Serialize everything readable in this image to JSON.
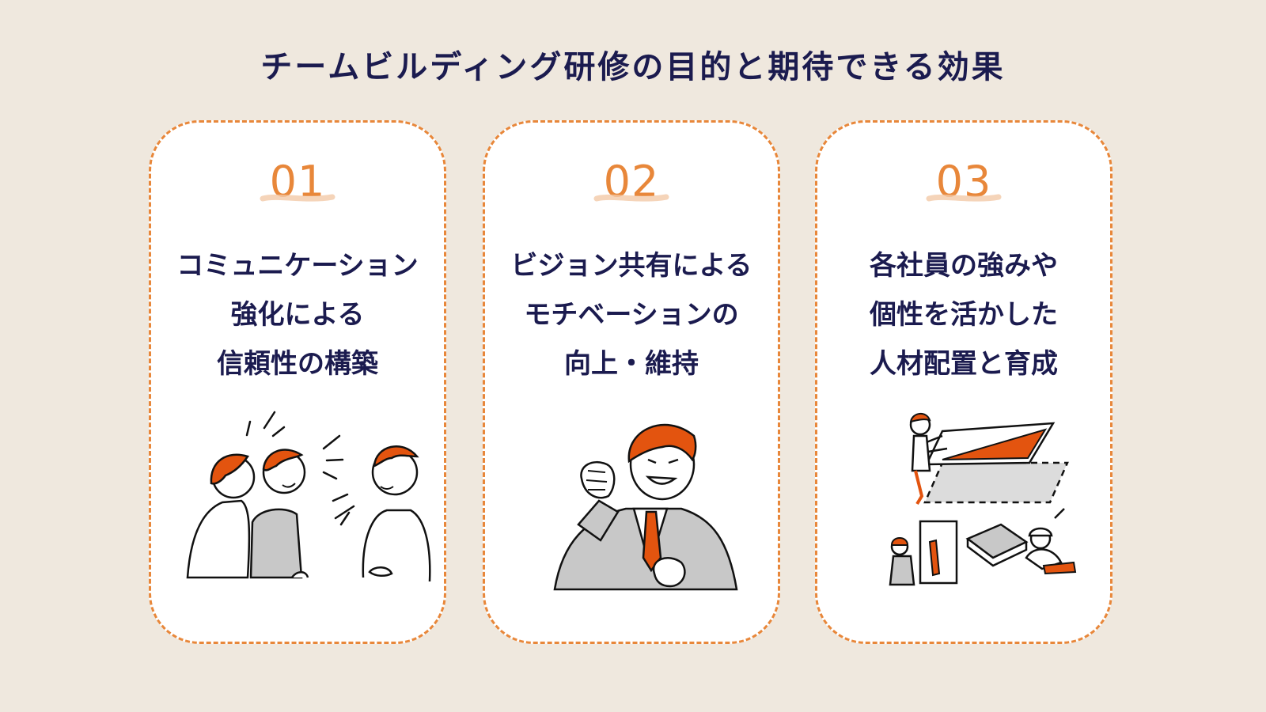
{
  "title": "チームビルディング研修の目的と期待できる効果",
  "colors": {
    "background": "#efe8de",
    "accent": "#e8873a",
    "text": "#1b1b4f",
    "illustration_fill": "#e3540f"
  },
  "cards": [
    {
      "number": "01",
      "lines": [
        "コミュニケーション",
        "強化による",
        "信頼性の構築"
      ],
      "illustration": "three-people-talking"
    },
    {
      "number": "02",
      "lines": [
        "ビジョン共有による",
        "モチベーションの",
        "向上・維持"
      ],
      "illustration": "businessman-fist-pump"
    },
    {
      "number": "03",
      "lines": [
        "各社員の強みや",
        "個性を活かした",
        "人材配置と育成"
      ],
      "illustration": "team-assembling-pieces"
    }
  ]
}
